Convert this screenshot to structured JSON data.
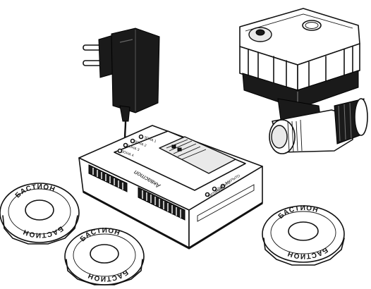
{
  "controller": {
    "brand": "Аквастоп",
    "zones": [
      "ЗОНА 1",
      "ЗОНА 2",
      "ЗОНА 3",
      "ЗОНА 4"
    ],
    "status": [
      "ЗАКРЫТО",
      "ОТКРЫТО",
      "ПИТАНИЕ"
    ]
  },
  "sensors": {
    "ring_text": "БАСТИОН"
  }
}
